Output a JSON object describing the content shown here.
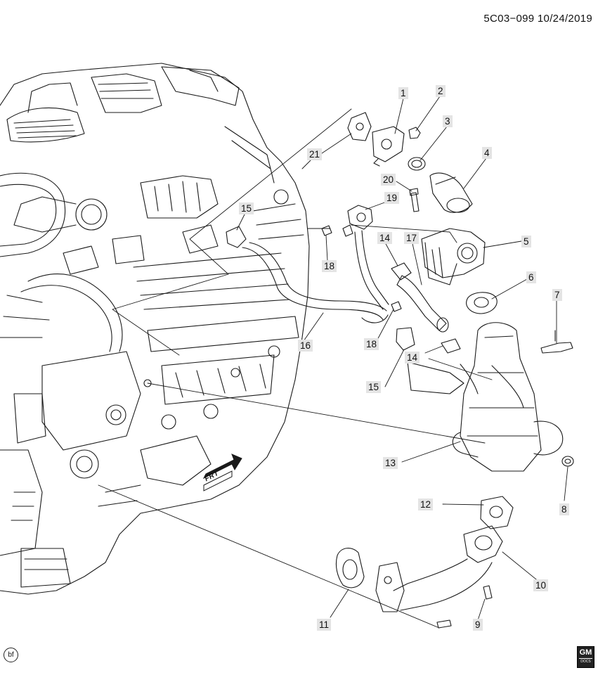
{
  "reference_code": "5C03−099  10/24/2019",
  "front_indicator": "FRT",
  "corner_badge": "bf",
  "logo": {
    "main": "GM",
    "sub": "DOCS"
  },
  "callouts": [
    "1",
    "2",
    "3",
    "4",
    "5",
    "6",
    "7",
    "8",
    "9",
    "10",
    "11",
    "12",
    "13",
    "14",
    "14",
    "15",
    "15",
    "16",
    "17",
    "18",
    "18",
    "19",
    "20",
    "21"
  ],
  "colors": {
    "line": "#1a1a1a",
    "label_bg": "#e4e4e4",
    "background": "#ffffff"
  }
}
